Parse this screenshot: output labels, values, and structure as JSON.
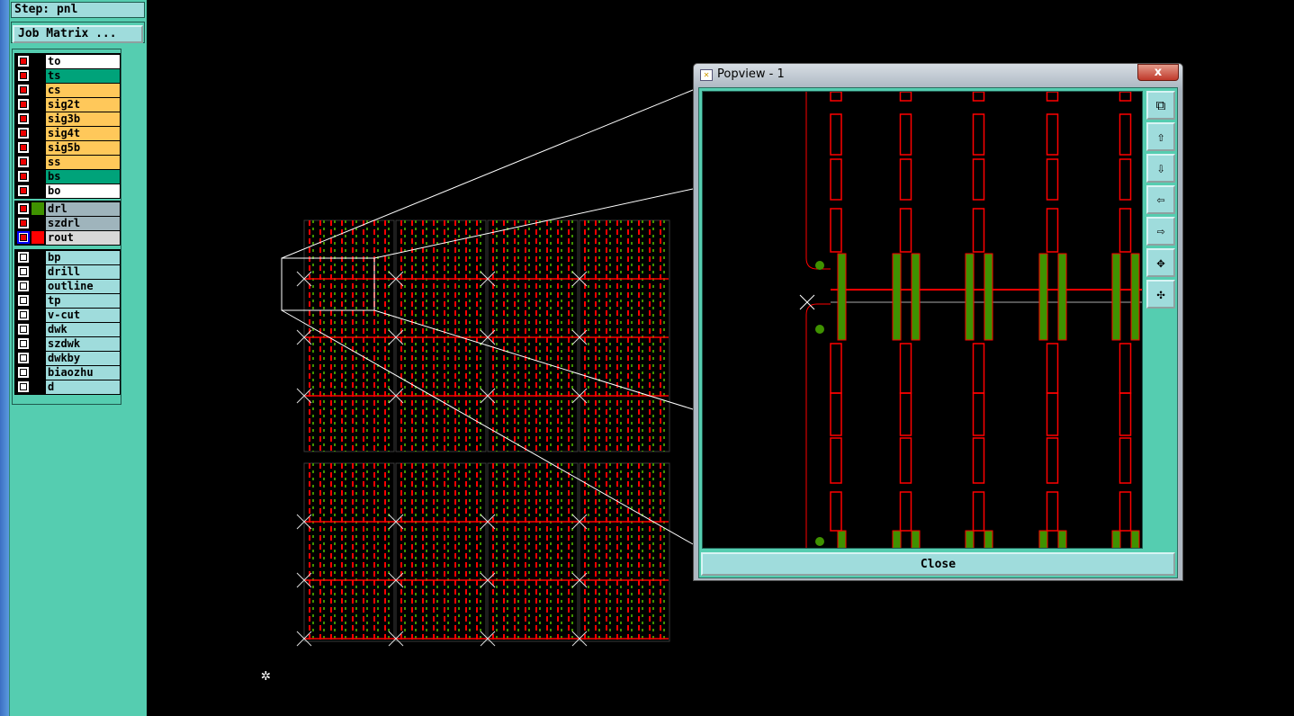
{
  "step": {
    "label": "Step: pnl"
  },
  "job_matrix": {
    "label": "Job Matrix ..."
  },
  "layer_groups": [
    [
      {
        "name": "to",
        "bg": "#ffffff",
        "on": true
      },
      {
        "name": "ts",
        "bg": "#00a37a",
        "on": true
      },
      {
        "name": "cs",
        "bg": "#ffc85a",
        "on": true
      },
      {
        "name": "sig2t",
        "bg": "#ffc85a",
        "on": true
      },
      {
        "name": "sig3b",
        "bg": "#ffc85a",
        "on": true
      },
      {
        "name": "sig4t",
        "bg": "#ffc85a",
        "on": true
      },
      {
        "name": "sig5b",
        "bg": "#ffc85a",
        "on": true
      },
      {
        "name": "ss",
        "bg": "#ffc85a",
        "on": true
      },
      {
        "name": "bs",
        "bg": "#00a37a",
        "on": true
      },
      {
        "name": "bo",
        "bg": "#ffffff",
        "on": true
      }
    ],
    [
      {
        "name": "drl",
        "bg": "#9fb4bc",
        "on": true,
        "swatch": "#3f9200"
      },
      {
        "name": "szdrl",
        "bg": "#9fb4bc",
        "on": true
      },
      {
        "name": "rout",
        "bg": "#d8d8d8",
        "on": true,
        "swatch": "#ff0000",
        "active": true
      }
    ],
    [
      {
        "name": "bp",
        "bg": "#9fdcdc"
      },
      {
        "name": "drill",
        "bg": "#9fdcdc"
      },
      {
        "name": "outline",
        "bg": "#9fdcdc"
      },
      {
        "name": "tp",
        "bg": "#9fdcdc"
      },
      {
        "name": "v-cut",
        "bg": "#9fdcdc"
      },
      {
        "name": "dwk",
        "bg": "#9fdcdc"
      },
      {
        "name": "szdwk",
        "bg": "#9fdcdc"
      },
      {
        "name": "dwkby",
        "bg": "#9fdcdc"
      },
      {
        "name": "biaozhu",
        "bg": "#9fdcdc"
      },
      {
        "name": "d",
        "bg": "#9fdcdc"
      }
    ]
  ],
  "popview": {
    "title": "Popview - 1",
    "close_x": "x",
    "close_label": "Close",
    "tools": [
      "zoom-home-icon",
      "pan-up-icon",
      "pan-down-icon",
      "pan-left-icon",
      "pan-right-icon",
      "zoom-in-icon",
      "zoom-out-icon"
    ]
  },
  "colors": {
    "route": "#ff0000",
    "drill": "#3f9200",
    "panel": "#55cdb0"
  }
}
